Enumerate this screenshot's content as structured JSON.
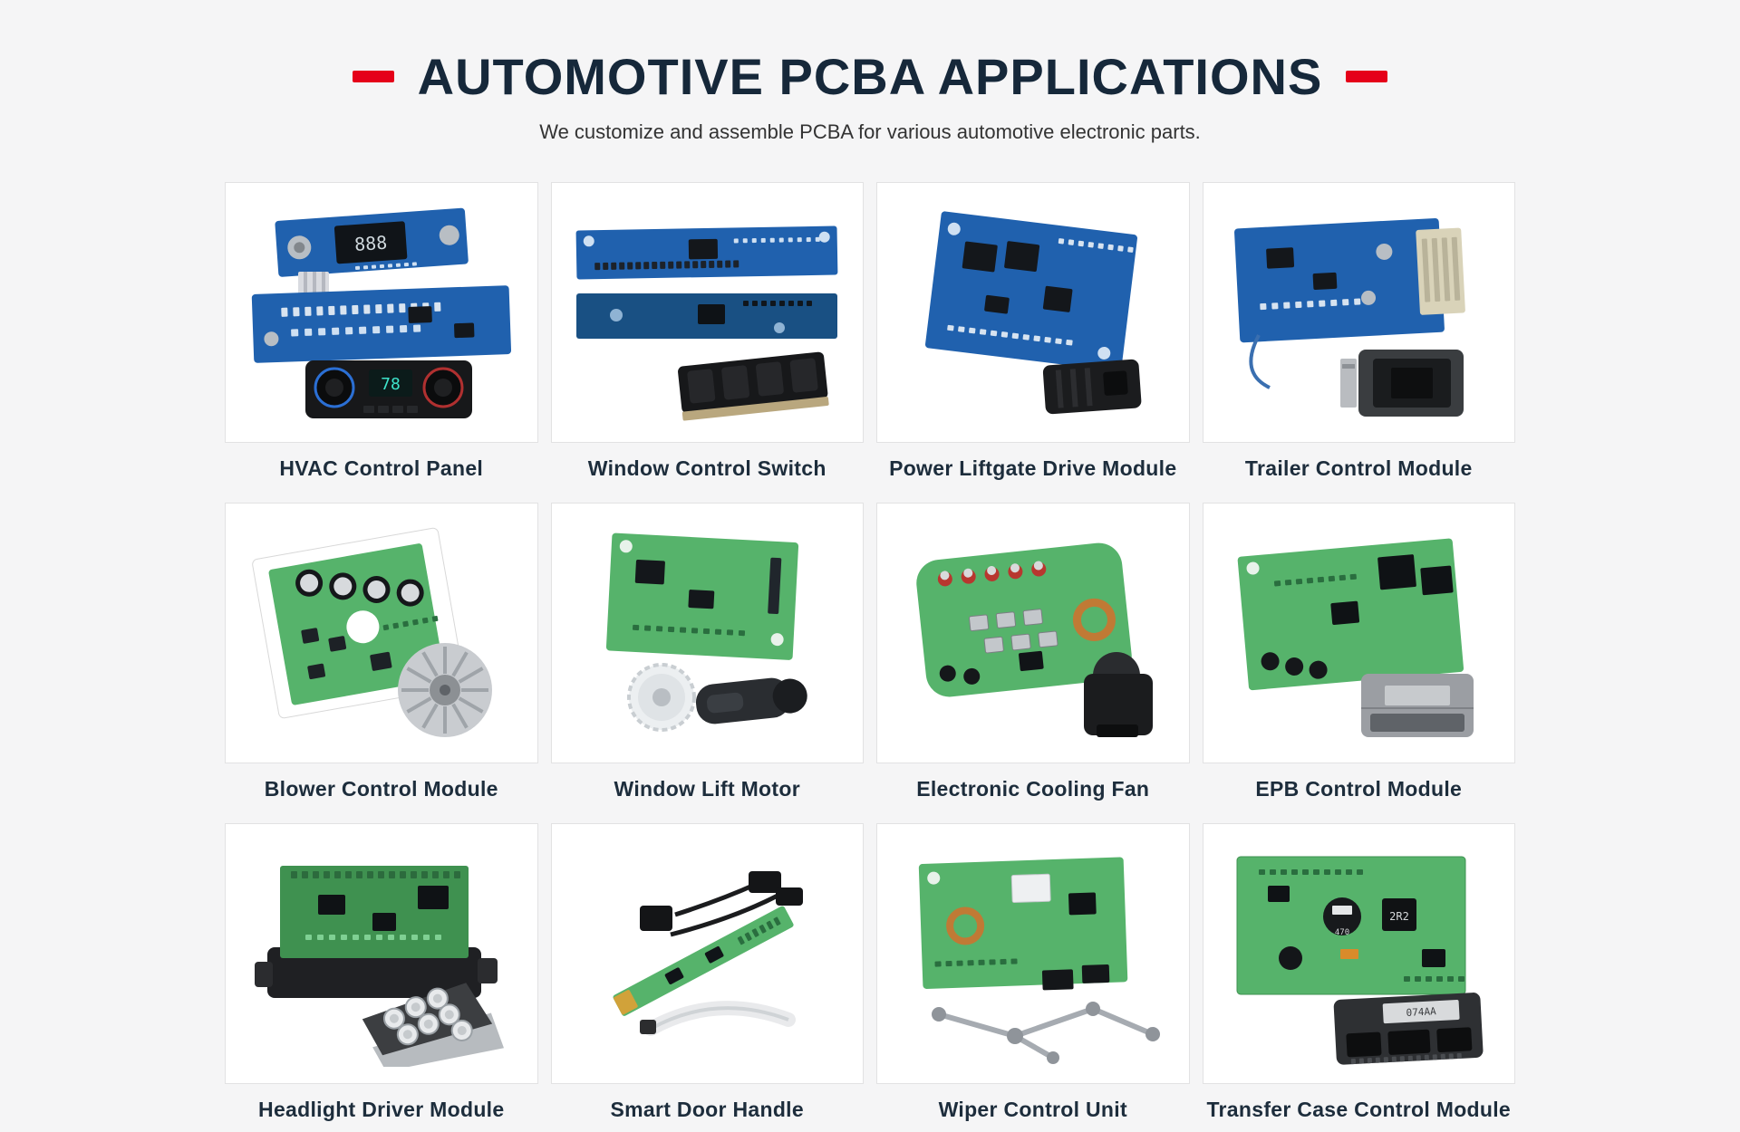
{
  "page": {
    "background": "#f5f5f6"
  },
  "header": {
    "title": "AUTOMOTIVE PCBA APPLICATIONS",
    "subtitle": "We customize and assemble PCBA for various automotive electronic parts.",
    "accent_color": "#e50019",
    "title_color": "#16283a"
  },
  "colors": {
    "pcb_blue": "#2061ae",
    "pcb_blue_dark": "#195083",
    "pcb_green": "#56b36b",
    "pcb_green_dark": "#3f9150",
    "copper": "#c07a35",
    "display_teal": "#3ee4cb",
    "component_black": "#14171b",
    "metal_gray": "#a8adb3",
    "connector_beige": "#d9d3b9"
  },
  "photo_details": {
    "hvac_lcd": "888",
    "hvac_display": "78",
    "transfer_inductor": "2R2",
    "transfer_cap": "470",
    "transfer_label": "074AA"
  },
  "cards": [
    {
      "label": "HVAC Control Panel",
      "variant": "hvac"
    },
    {
      "label": "Window Control Switch",
      "variant": "window-switch"
    },
    {
      "label": "Power Liftgate Drive Module",
      "variant": "liftgate"
    },
    {
      "label": "Trailer Control Module",
      "variant": "trailer"
    },
    {
      "label": "Blower Control Module",
      "variant": "blower"
    },
    {
      "label": "Window Lift Motor",
      "variant": "window-lift"
    },
    {
      "label": "Electronic Cooling Fan",
      "variant": "cooling-fan"
    },
    {
      "label": "EPB Control Module",
      "variant": "epb"
    },
    {
      "label": "Headlight Driver Module",
      "variant": "headlight"
    },
    {
      "label": "Smart Door Handle",
      "variant": "door-handle"
    },
    {
      "label": "Wiper Control Unit",
      "variant": "wiper"
    },
    {
      "label": "Transfer Case Control Module",
      "variant": "transfer-case"
    }
  ]
}
